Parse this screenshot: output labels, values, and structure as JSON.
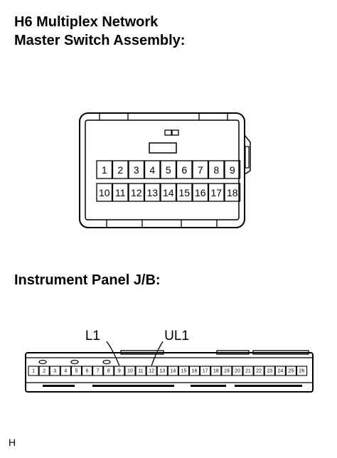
{
  "titles": {
    "connector_1": "H6 Multiplex Network",
    "connector_1_line2": "Master Switch Assembly:",
    "connector_2": "Instrument Panel J/B:"
  },
  "connector_h6": {
    "top_row": [
      "1",
      "2",
      "3",
      "4",
      "5",
      "6",
      "7",
      "8",
      "9"
    ],
    "bottom_row": [
      "10",
      "11",
      "12",
      "13",
      "14",
      "15",
      "16",
      "17",
      "18"
    ]
  },
  "connector_jb": {
    "pins": [
      "1",
      "2",
      "3",
      "4",
      "5",
      "6",
      "7",
      "8",
      "9",
      "10",
      "11",
      "12",
      "13",
      "14",
      "15",
      "16",
      "17",
      "18",
      "19",
      "20",
      "21",
      "22",
      "23",
      "24",
      "25",
      "26"
    ],
    "labels": [
      {
        "text": "L1",
        "pin": "9"
      },
      {
        "text": "UL1",
        "pin": "12"
      }
    ]
  },
  "figure_code": "H"
}
